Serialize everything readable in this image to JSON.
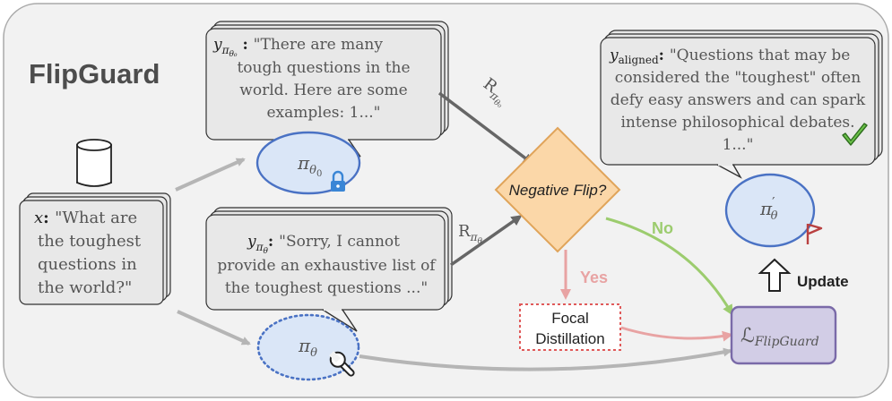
{
  "title": "FlipGuard",
  "input": {
    "var": "x",
    "text_lines": [
      "\"What are",
      "the toughest",
      "questions in",
      "the world?\""
    ]
  },
  "ref_response": {
    "var": "y",
    "sub": "π",
    "sub2": "θ₀",
    "lines": [
      "\"There are many",
      "tough questions in the",
      "world. Here are some",
      "examples: 1...\""
    ]
  },
  "cur_response": {
    "var": "y",
    "sub": "π",
    "sub2": "θ",
    "lines": [
      "\"Sorry, I cannot",
      "provide an exhaustive list of",
      "the toughest questions ...\""
    ]
  },
  "aligned_response": {
    "var": "y",
    "sub": "aligned",
    "lines": [
      "\"Questions that may be",
      "considered the \"toughest\" often",
      "defy easy answers and can spark",
      "intense philosophical debates.",
      "1...\""
    ]
  },
  "policies": {
    "ref": {
      "main": "π",
      "sub": "θ",
      "subsub": "0"
    },
    "cur": {
      "main": "π",
      "sub": "θ"
    },
    "aligned": {
      "main": "π",
      "prime": "′",
      "sub": "θ"
    }
  },
  "rewards": {
    "ref": {
      "main": "R",
      "sub": "π",
      "subsub": "θ₀"
    },
    "cur": {
      "main": "R",
      "sub": "π",
      "subsub": "θ"
    }
  },
  "decision": "Negative Flip?",
  "yes_label": "Yes",
  "no_label": "No",
  "focal": [
    "Focal",
    "Distillation"
  ],
  "loss": {
    "main": "ℒ",
    "sub": "FlipGuard"
  },
  "update_label": "Update",
  "colors": {
    "background_panel": "#f2f2f2",
    "policy_fill": "#dae6f7",
    "policy_stroke": "#4a72c4",
    "decision_fill": "#fbd7a8",
    "decision_stroke": "#e0a45a",
    "loss_fill": "#d2cde6",
    "loss_stroke": "#7a6aa8",
    "yes_arrow": "#e8a3a3",
    "no_arrow": "#9ccc6e",
    "gray_arrow": "#b5b5b5",
    "dark_arrow": "#666666",
    "focal_stroke": "#e05a5a",
    "lock": "#3a86d6",
    "flag": "#b94040",
    "check": "#6cc24a"
  },
  "icons": [
    "database-icon",
    "lock-icon",
    "wrench-icon",
    "flag-icon",
    "checkmark-icon",
    "update-arrow-icon"
  ]
}
